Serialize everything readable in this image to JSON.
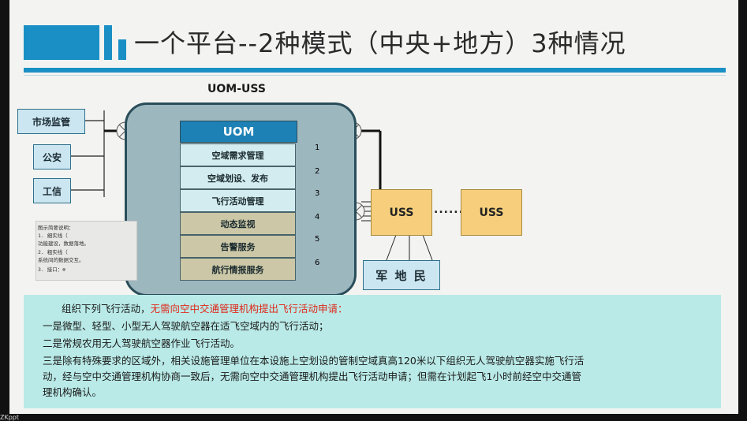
{
  "slide": {
    "title": "一个平台--2种模式（中央+地方）3种情况"
  },
  "diagram": {
    "top_label": "UOM-USS",
    "left_boxes": [
      "市场监管",
      "公安",
      "工信"
    ],
    "uom_label": "UOM",
    "services": [
      "空域需求管理",
      "空域划设、发布",
      "飞行活动管理",
      "动态监视",
      "告警服务",
      "航行情报服务"
    ],
    "arrow_numbers": [
      "1",
      "2",
      "3",
      "4",
      "5",
      "6"
    ],
    "uss_left": "USS",
    "uss_ellipsis": "......",
    "uss_right": "USS",
    "ground_label": "军 地 民",
    "legend_lines": [
      "图示简要说明：",
      "1. 细实线（",
      "功能建设，数据落地。",
      "2. 粗实线（",
      "系统间的数据交互。",
      "3. 接口：⊗"
    ]
  },
  "bottom_text": {
    "line1_prefix": "组织下列飞行活动，",
    "line1_red": "无需向空中交通管理机构提出飞行活动申请：",
    "line2": "一是微型、轻型、小型无人驾驶航空器在适飞空域内的飞行活动；",
    "line3": "二是常规农用无人驾驶航空器作业飞行活动。",
    "line4": "三是除有特殊要求的区域外，相关设施管理单位在本设施上空划设的管制空域真高120米以下组织无人驾驶航空器实施飞行活",
    "line5": "动，经与空中交通管理机构协商一致后，无需向空中交通管理机构提出飞行活动申请；但需在计划起飞1小时前经空中交通管",
    "line6": "理机构确认。"
  },
  "colors": {
    "accent": "#1a8fc5",
    "uom_header": "#1d81b5",
    "uss_fill": "#f7cf7c",
    "text_panel": "#b9eae7",
    "highlight_red": "#e0281a"
  },
  "footer": {
    "corner_text": "ZKppt"
  }
}
